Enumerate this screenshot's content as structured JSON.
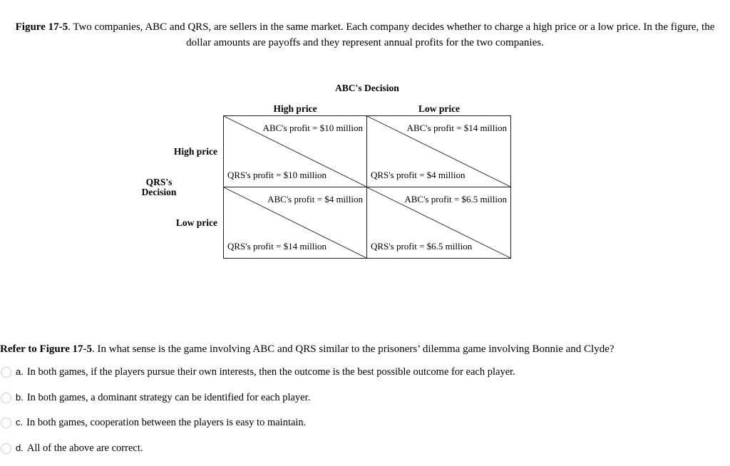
{
  "figure_caption": {
    "bold": "Figure 17-5",
    "line1_rest": ". Two companies, ABC and QRS, are sellers in the same market. Each company decides whether to charge a high price or a low price. In the figure, the",
    "line2": "dollar amounts are payoffs and they represent annual profits for the two companies."
  },
  "matrix": {
    "title": "ABC's Decision",
    "col_headers": [
      "High price",
      "Low price"
    ],
    "row_headers": [
      "High price",
      "Low price"
    ],
    "row_axis_label": [
      "QRS's",
      "Decision"
    ],
    "cells": [
      {
        "abc": "ABC's profit = $10 million",
        "qrs": "QRS's profit = $10 million"
      },
      {
        "abc": "ABC's profit = $14 million",
        "qrs": "QRS's profit = $4 million"
      },
      {
        "abc": "ABC's profit = $4 million",
        "qrs": "QRS's profit = $14 million"
      },
      {
        "abc": "ABC's profit = $6.5 million",
        "qrs": "QRS's profit = $6.5 million"
      }
    ]
  },
  "question": {
    "bold": "Refer to Figure 17-5",
    "rest": ". In what sense is the game involving ABC and QRS similar to the prisoners’ dilemma game involving Bonnie and Clyde?"
  },
  "options": [
    {
      "letter": "a.",
      "text": "In both games, if the players pursue their own interests, then the outcome is the best possible outcome for each player.",
      "selected": false
    },
    {
      "letter": "b.",
      "text": "In both games, a dominant strategy can be identified for each player.",
      "selected": false
    },
    {
      "letter": "c.",
      "text": "In both games, cooperation between the players is easy to maintain.",
      "selected": false
    },
    {
      "letter": "d.",
      "text": "All of the above are correct.",
      "selected": false
    }
  ],
  "colors": {
    "text": "#000000",
    "line": "#1f1f1f",
    "radio_border": "#cccccc"
  }
}
